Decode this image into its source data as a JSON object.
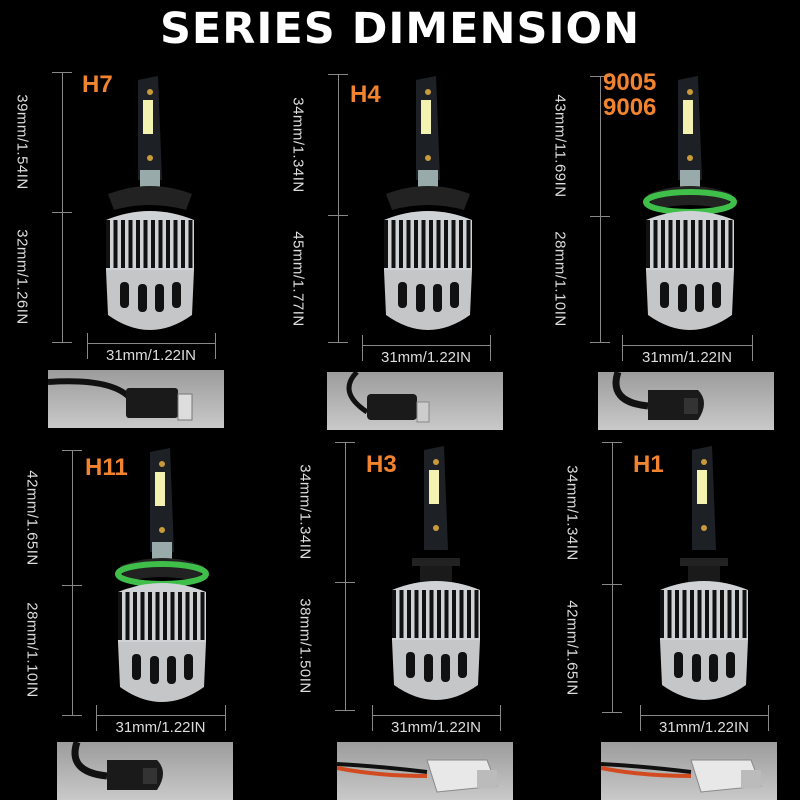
{
  "title": "SERIES DIMENSION",
  "colors": {
    "background": "#000000",
    "model_label": "#f2842f",
    "dimension_line": "#888888",
    "connector_bg": "#c0c0c0",
    "h_ring": "#3fbf4a"
  },
  "bulbs": [
    {
      "model": [
        "H7"
      ],
      "top_dim": "39mm/1.54IN",
      "bottom_dim": "32mm/1.26IN",
      "width_dim": "31mm/1.22IN",
      "ring": false,
      "connector": "h7-plug"
    },
    {
      "model": [
        "H4"
      ],
      "top_dim": "34mm/1.34IN",
      "bottom_dim": "45mm/1.77IN",
      "width_dim": "31mm/1.22IN",
      "ring": false,
      "connector": "h4-plug"
    },
    {
      "model": [
        "9005",
        "9006"
      ],
      "top_dim": "43mm/11.69IN",
      "bottom_dim": "28mm/1.10IN",
      "width_dim": "31mm/1.22IN",
      "ring": true,
      "connector": "9005-plug"
    },
    {
      "model": [
        "H11"
      ],
      "top_dim": "42mm/1.65IN",
      "bottom_dim": "28mm/1.10IN",
      "width_dim": "31mm/1.22IN",
      "ring": true,
      "connector": "h11-plug"
    },
    {
      "model": [
        "H3"
      ],
      "top_dim": "34mm/1.34IN",
      "bottom_dim": "38mm/1.50IN",
      "width_dim": "31mm/1.22IN",
      "ring": false,
      "connector": "h3-wire"
    },
    {
      "model": [
        "H1"
      ],
      "top_dim": "34mm/1.34IN",
      "bottom_dim": "42mm/1.65IN",
      "width_dim": "31mm/1.22IN",
      "ring": false,
      "connector": "h1-wire"
    }
  ]
}
